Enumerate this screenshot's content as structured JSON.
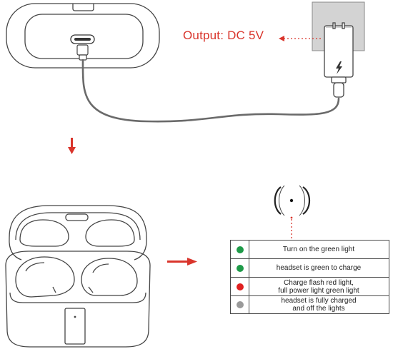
{
  "output_label": "Output: DC 5V",
  "colors": {
    "accent_red": "#d9342b",
    "line": "#444444",
    "cable": "#6a6a6a",
    "adapter_bg": "#d3d3d3",
    "led_green": "#1e9a48",
    "led_red": "#e02020",
    "led_gray": "#9a9a9a"
  },
  "legend": [
    {
      "dot_color": "#1e9a48",
      "lines": [
        "Turn on the green light"
      ]
    },
    {
      "dot_color": "#1e9a48",
      "lines": [
        "headset is green to charge"
      ]
    },
    {
      "dot_color": "#e02020",
      "lines": [
        "Charge flash red light,",
        "full power light green light"
      ]
    },
    {
      "dot_color": "#9a9a9a",
      "lines": [
        "headset is fully charged",
        "and off the lights"
      ]
    }
  ],
  "icons": {
    "lightning": "lightning-icon"
  }
}
